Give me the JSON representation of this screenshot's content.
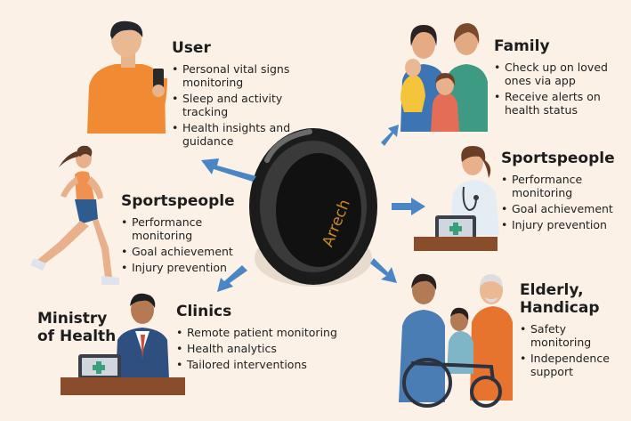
{
  "ring": {
    "brand": "Arrech"
  },
  "user": {
    "title": "User",
    "items": [
      "Personal vital signs monitoring",
      "Sleep and activity tracking",
      "Health insights and guidance"
    ]
  },
  "family": {
    "title": "Family",
    "items": [
      "Check up on loved ones via app",
      "Receive alerts on health status"
    ]
  },
  "sports_left": {
    "title": "Sportspeople",
    "items": [
      "Performance monitoring",
      "Goal achievement",
      "Injury prevention"
    ]
  },
  "sports_right": {
    "title": "Sportspeople",
    "items": [
      "Performance monitoring",
      "Goal achievement",
      "Injury prevention"
    ]
  },
  "ministry": {
    "title": "Ministry of Health"
  },
  "clinics": {
    "title": "Clinics",
    "items": [
      "Remote patient monitoring",
      "Health analytics",
      "Tailored interventions"
    ]
  },
  "elderly": {
    "title": "Elderly, Handicap",
    "items": [
      "Safety monitoring",
      "Independence support"
    ]
  },
  "colors": {
    "background": "#fbf1e6",
    "arrow": "#4a86c5",
    "ring": "#1b1b1b",
    "brand_text": "#c9872a"
  }
}
